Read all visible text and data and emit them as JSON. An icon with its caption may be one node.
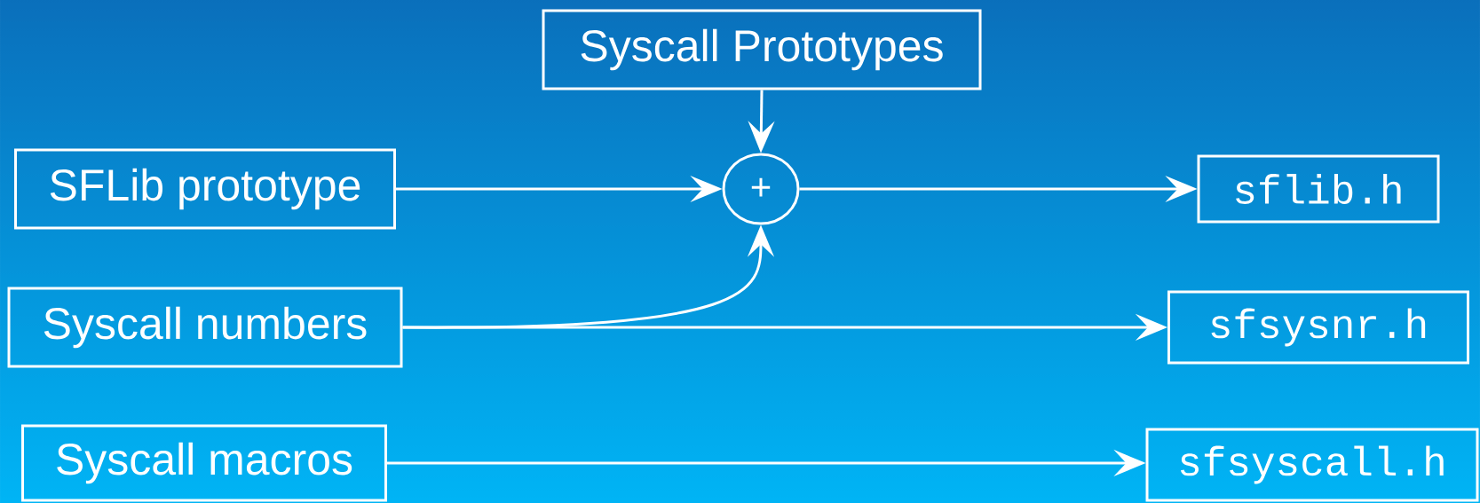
{
  "diagram": {
    "nodes": [
      {
        "text": [
          "Syscall Prototypes"
        ]
      },
      {
        "text": [
          "SFLib prototype"
        ]
      },
      {
        "text": [
          "Syscall numbers"
        ]
      },
      {
        "text": [
          "Syscall macros"
        ]
      },
      {
        "text": [
          "+"
        ]
      },
      {
        "text": [
          "sflib.h"
        ]
      },
      {
        "text": [
          "sfsysnr.h"
        ]
      },
      {
        "text": [
          "sfsyscall.h"
        ]
      }
    ],
    "edges": [
      {
        "from": 0,
        "to": 4,
        "arrow": "to"
      },
      {
        "from": 1,
        "to": 4,
        "arrow": "to"
      },
      {
        "from": 2,
        "to": 4,
        "arrow": "to"
      },
      {
        "from": 4,
        "to": 5,
        "arrow": "to"
      },
      {
        "from": 2,
        "to": 6,
        "arrow": "to"
      },
      {
        "from": 3,
        "to": 7,
        "arrow": "to"
      }
    ]
  }
}
